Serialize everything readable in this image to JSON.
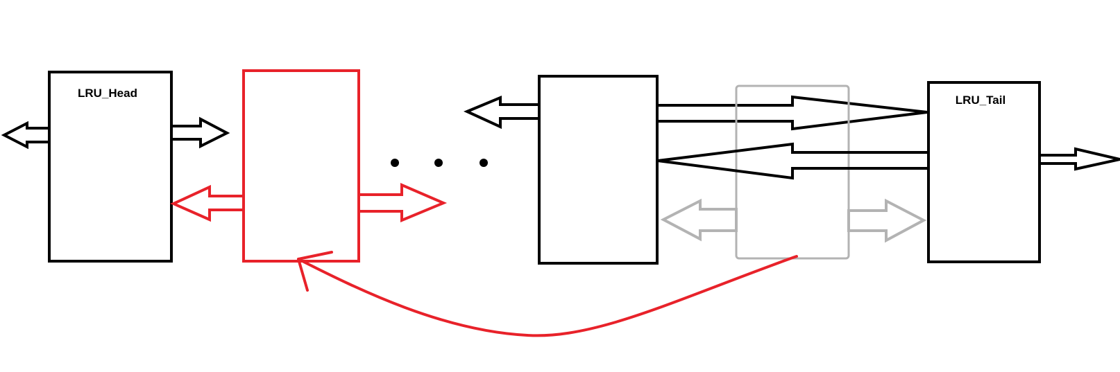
{
  "diagram": {
    "nodes": {
      "head": {
        "label": "LRU_Head"
      },
      "tail": {
        "label": "LRU_Tail"
      }
    },
    "colors": {
      "normal": "#000000",
      "moved": "#e8222a",
      "removed": "#b3b3b3",
      "background": "#ffffff"
    },
    "ellipsis_dots": 3
  }
}
